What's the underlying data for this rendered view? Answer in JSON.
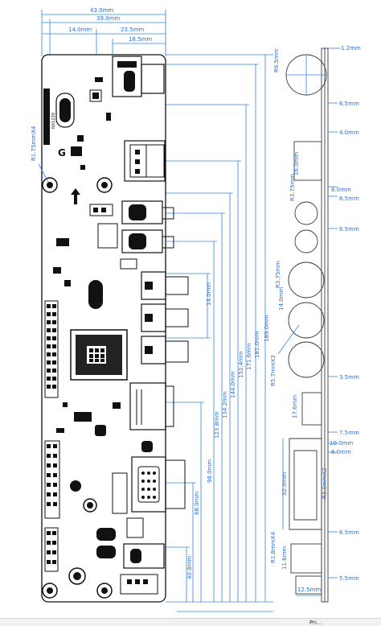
{
  "top_dimensions": {
    "overall_width": "43.0mm",
    "width_39": "39.0mm",
    "left_offset": "14.0mm",
    "span_23_5": "23.5mm",
    "span_18_5": "18.5mm"
  },
  "board_labels": {
    "corner_holes": "R1.75mmX4",
    "silk_top": "NX1230",
    "logo": "G"
  },
  "vertical_dimensions": [
    "14.0mm",
    "68.0mm",
    "98.0mm",
    "123.8mm",
    "134.2mm",
    "144.0mm",
    "152.4mm",
    "171.6mm",
    "181.0mm",
    "189.0mm",
    "40.8mm"
  ],
  "side_view": {
    "r6_5": "R6.5mm",
    "r3_75": "R3.75mm",
    "r3_75b": "R3.75mm",
    "r5_7": "R5.7mmX3",
    "dim_14": "14.0mm",
    "dim_16": "16.0mm",
    "dim_17_6": "17.6mm",
    "dim_32": "32.0mm",
    "dim_11_6": "11.6mm",
    "dim_12_5": "12.5mm",
    "r1_8": "R1.8mmX4",
    "r3_0": "R3.0mmX2"
  },
  "right_dimensions": {
    "d1": "1.2mm",
    "d2": "6.5mm",
    "d3": "4.0mm",
    "d4": "8.0mm",
    "d5": "6.5mm",
    "d6": "6.5mm",
    "d7": "3.5mm",
    "d8": "7.5mm",
    "d9": "10.0mm",
    "d10": "6.0mm",
    "d11": "6.5mm",
    "d12": "5.5mm"
  },
  "footer": {
    "label": "Pri..."
  },
  "colors": {
    "dimension": "#2f86e6",
    "board": "#111111"
  }
}
